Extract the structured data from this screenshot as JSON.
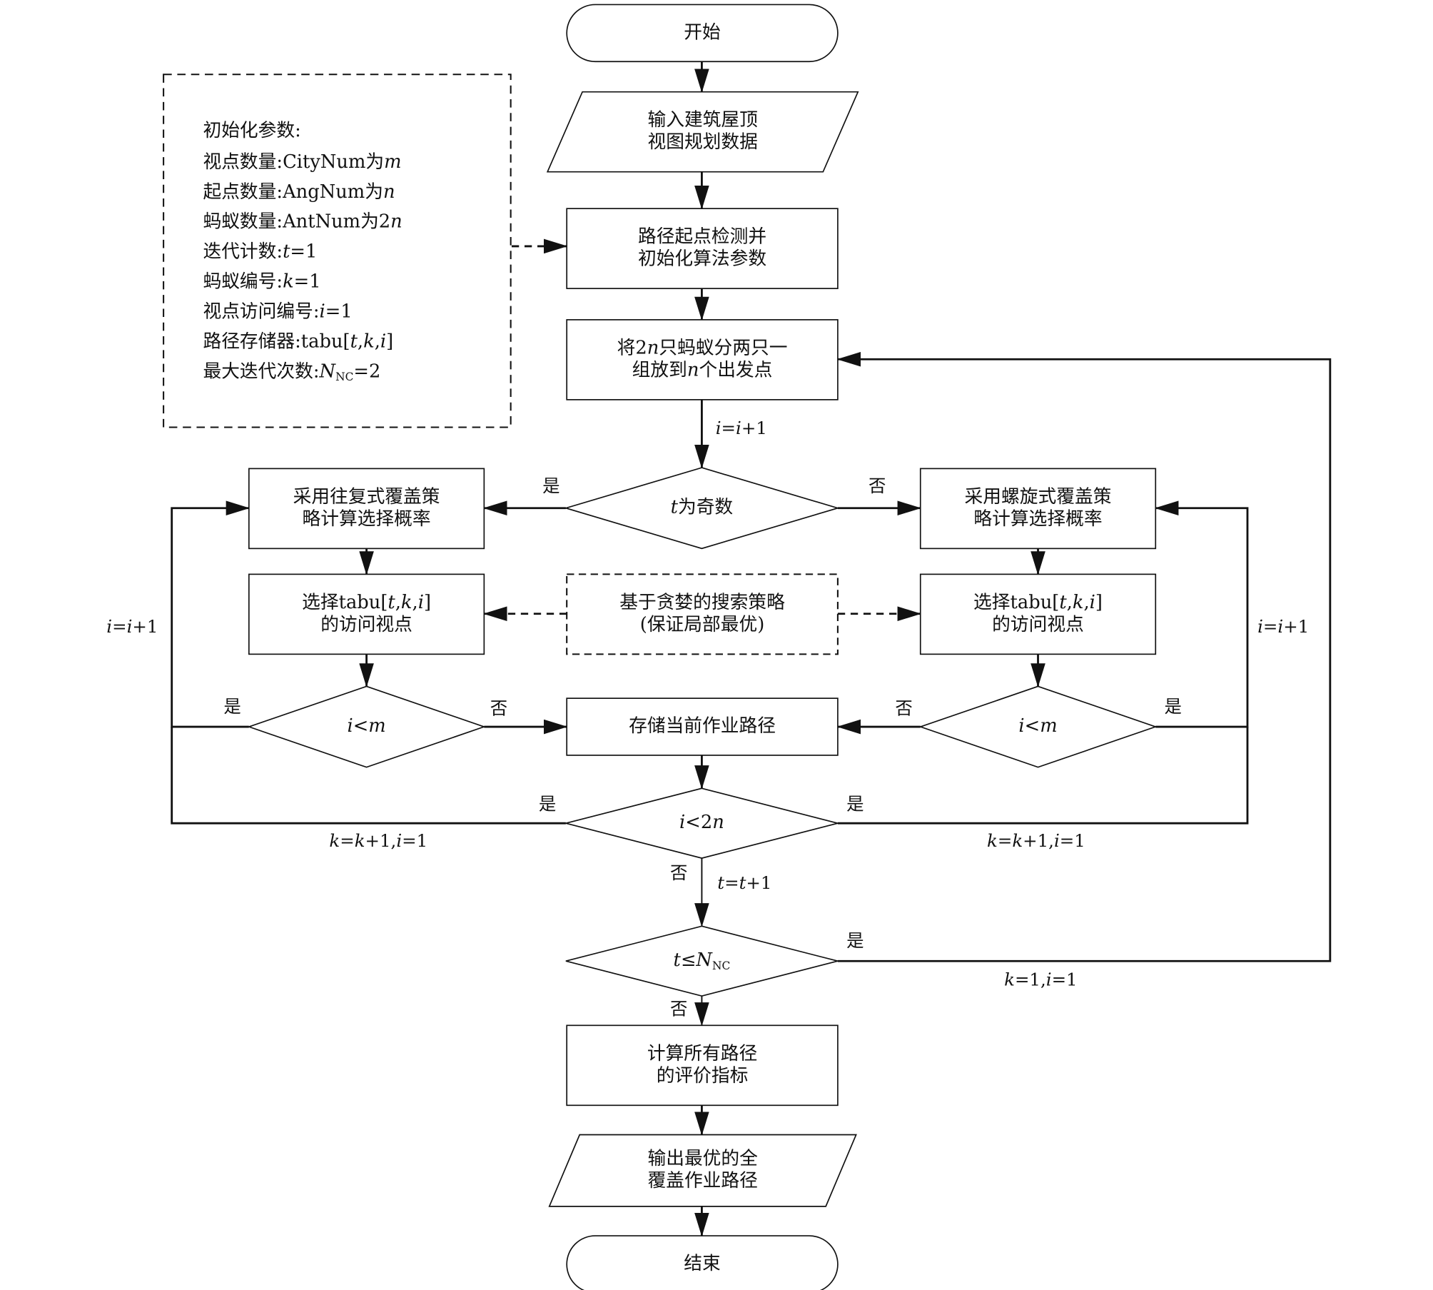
{
  "diagram": {
    "type": "flowchart",
    "colors": {
      "stroke": "#111111",
      "background": "#ffffff"
    },
    "nodes": {
      "start": {
        "shape": "terminal",
        "lines": [
          "开始"
        ]
      },
      "input": {
        "shape": "parallelogram",
        "lines": [
          "输入建筑屋顶",
          "视图规划数据"
        ]
      },
      "init": {
        "shape": "process",
        "lines": [
          "路径起点检测并",
          "初始化算法参数"
        ]
      },
      "assign": {
        "shape": "process",
        "lines": [
          "将2n只蚂蚁分两只一",
          "组放到n个出发点"
        ]
      },
      "odd": {
        "shape": "decision",
        "lines": [
          "t为奇数"
        ]
      },
      "left_strategy": {
        "shape": "process",
        "lines": [
          "采用往复式覆盖策",
          "略计算选择概率"
        ]
      },
      "right_strategy": {
        "shape": "process",
        "lines": [
          "采用螺旋式覆盖策",
          "略计算选择概率"
        ]
      },
      "left_select": {
        "shape": "process",
        "lines": [
          "选择tabu[t,k,i]",
          "的访问视点"
        ]
      },
      "right_select": {
        "shape": "process",
        "lines": [
          "选择tabu[t,k,i]",
          "的访问视点"
        ]
      },
      "greedy": {
        "shape": "dashed-process",
        "lines": [
          "基于贪婪的搜索策略",
          "(保证局部最优)"
        ]
      },
      "left_cond": {
        "shape": "decision",
        "lines": [
          "i<m"
        ]
      },
      "right_cond": {
        "shape": "decision",
        "lines": [
          "i<m"
        ]
      },
      "store": {
        "shape": "process",
        "lines": [
          "存储当前作业路径"
        ]
      },
      "ants_cond": {
        "shape": "decision",
        "lines": [
          "i<2n"
        ]
      },
      "iter_cond": {
        "shape": "decision",
        "lines": [
          "t≤N_NC"
        ]
      },
      "evaluate": {
        "shape": "process",
        "lines": [
          "计算所有路径",
          "的评价指标"
        ]
      },
      "output": {
        "shape": "parallelogram",
        "lines": [
          "输出最优的全",
          "覆盖作业路径"
        ]
      },
      "end": {
        "shape": "terminal",
        "lines": [
          "结束"
        ]
      }
    },
    "params_box": {
      "title": "初始化参数:",
      "items": [
        "视点数量:CityNum为m",
        "起点数量:AngNum为n",
        "蚂蚁数量:AntNum为2n",
        "迭代计数:t=1",
        "蚂蚁编号:k=1",
        "视点访问编号:i=1",
        "路径存储器:tabu[t,k,i]",
        "最大迭代次数:N_NC=2"
      ]
    },
    "edge_labels": {
      "i_inc_top": "i=i+1",
      "odd_yes": "是",
      "odd_no": "否",
      "left_loop": "i=i+1",
      "right_loop": "i=i+1",
      "left_cond_yes": "是",
      "left_cond_no": "否",
      "right_cond_no": "否",
      "right_cond_yes": "是",
      "ants_yes_left": "是",
      "ants_yes_right": "是",
      "ants_reset_left": "k=k+1,i=1",
      "ants_reset_right": "k=k+1,i=1",
      "ants_no": "否",
      "t_inc": "t=t+1",
      "iter_yes": "是",
      "iter_reset": "k=1,i=1",
      "iter_no": "否"
    }
  }
}
